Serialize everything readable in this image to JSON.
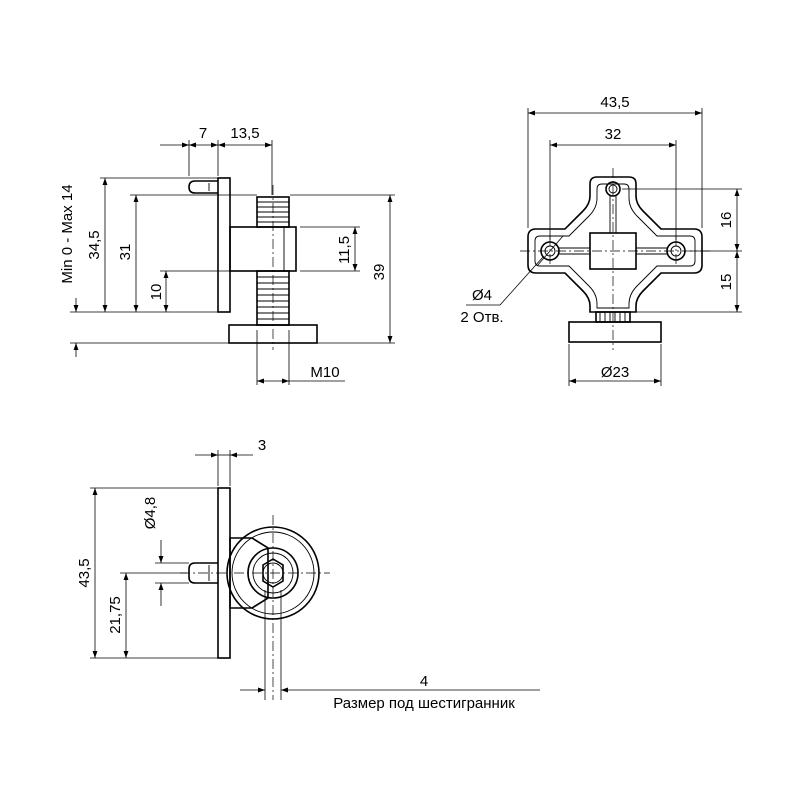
{
  "side_view": {
    "dim_7": "7",
    "dim_13_5": "13,5",
    "dim_range": "Min 0 - Max 14",
    "dim_34_5": "34,5",
    "dim_31": "31",
    "dim_10": "10",
    "dim_11_5": "11,5",
    "dim_39": "39",
    "dim_m10": "M10"
  },
  "front_view": {
    "dim_43_5": "43,5",
    "dim_32": "32",
    "dim_16": "16",
    "dim_15": "15",
    "hole_diameter": "Ø4",
    "hole_count": "2 Отв.",
    "dim_23": "Ø23"
  },
  "top_view": {
    "dim_3": "3",
    "dim_d4_8": "Ø4,8",
    "dim_43_5": "43,5",
    "dim_21_75": "21,75",
    "hex_size": "4",
    "hex_caption": "Размер под шестигранник"
  }
}
